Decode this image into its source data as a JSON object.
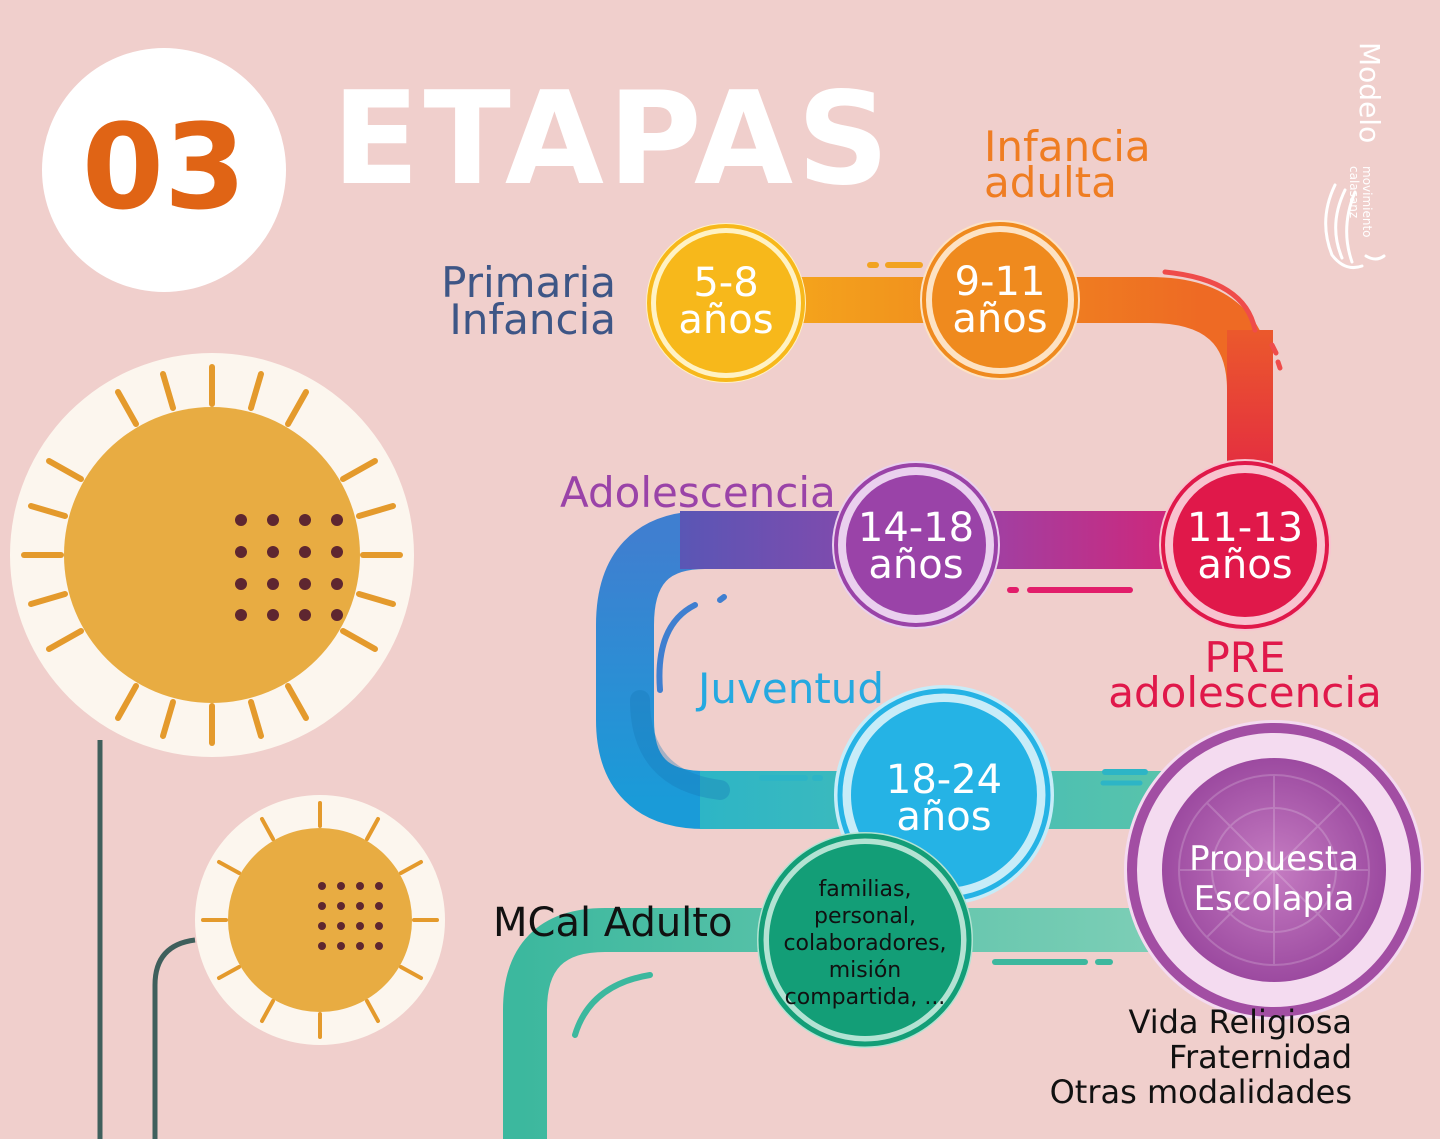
{
  "header": {
    "number": "03",
    "title": "ETAPAS"
  },
  "brand": {
    "word": "Modelo",
    "sub_line1": "movimiento",
    "sub_line2": "calasanz"
  },
  "stages": [
    {
      "id": "primaria-infancia",
      "label_line1": "Primaria",
      "label_line2": "Infancia",
      "range_line1": "5-8",
      "range_line2": "años",
      "color": "#f7b81b"
    },
    {
      "id": "infancia-adulta",
      "label_line1": "Infancia",
      "label_line2": "adulta",
      "range_line1": "9-11",
      "range_line2": "años",
      "color": "#ef8a1e"
    },
    {
      "id": "pre-adolescencia",
      "label_line1": "PRE",
      "label_line2": "adolescencia",
      "range_line1": "11-13",
      "range_line2": "años",
      "color": "#e0184a"
    },
    {
      "id": "adolescencia",
      "label_line1": "Adolescencia",
      "label_line2": "",
      "range_line1": "14-18",
      "range_line2": "años",
      "color": "#9a43a8"
    },
    {
      "id": "juventud",
      "label_line1": "Juventud",
      "label_line2": "",
      "range_line1": "18-24",
      "range_line2": "años",
      "color": "#25b3e5"
    }
  ],
  "adult": {
    "label": "MCal Adulto",
    "lines": [
      "familias,",
      "personal,",
      "colaboradores,",
      "misión",
      "compartida, ..."
    ],
    "color": "#139e77"
  },
  "proposal": {
    "line1": "Propuesta",
    "line2": "Escolapia",
    "color": "#a24ea3",
    "options": [
      "Vida Religiosa",
      "Fraternidad",
      "Otras modalidades"
    ]
  },
  "colors": {
    "background": "#f0cfcc",
    "accent": "#e06415",
    "sun": "#e8ac42",
    "dots": "#5e2630"
  }
}
